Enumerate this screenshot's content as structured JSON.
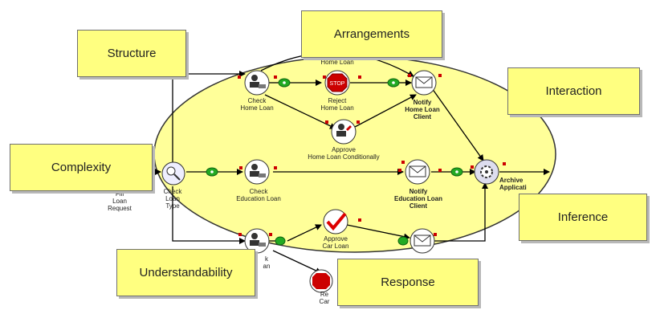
{
  "diagram": {
    "annotations": {
      "arrangements": "Arrangements",
      "structure": "Structure",
      "interaction": "Interaction",
      "complexity": "Complexity",
      "inference": "Inference",
      "understandability": "Understandability",
      "response": "Response"
    },
    "activities": {
      "fill_loan_request": [
        "Fill",
        "Loan",
        "Request"
      ],
      "check_loan_type": [
        "Check",
        "Loan",
        "Type"
      ],
      "check_home_loan": [
        "Check",
        "Home Loan"
      ],
      "reject_home_loan": [
        "Reject",
        "Home Loan"
      ],
      "home_loan_top": "Home Loan",
      "notify_home_loan_client": [
        "Notify",
        "Home Loan",
        "Client"
      ],
      "approve_home_loan_conditionally": [
        "Approve",
        "Home Loan Conditionally"
      ],
      "check_education_loan": [
        "Check",
        "Education Loan"
      ],
      "notify_education_loan_client": [
        "Notify",
        "Education Loan",
        "Client"
      ],
      "archive_application": [
        "Archive",
        "Applicati"
      ],
      "check_car_loan_partial": [
        "k",
        "an"
      ],
      "approve_car_loan": [
        "Approve",
        "Car Loan"
      ],
      "reject_car_loan_partial": [
        "Re",
        "Car"
      ]
    },
    "colors": {
      "ellipse_fill": "#ffff99",
      "annotation_fill": "#ffff80",
      "approve_check": "#dd0000",
      "reject_stop": "#cc0000",
      "gateway": "#22aa22",
      "marker": "#cc0000"
    },
    "icons": [
      "person-desk-icon",
      "stop-sign-icon",
      "check-mark-icon",
      "envelope-notify-icon",
      "archive-gear-icon",
      "magnifier-icon",
      "approval-hand-icon"
    ]
  }
}
